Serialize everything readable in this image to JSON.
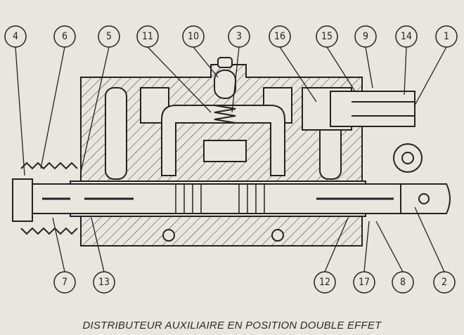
{
  "caption": "DISTRIBUTEUR AUXILIAIRE EN POSITION DOUBLE EFFET",
  "callouts_top": [
    "4",
    "6",
    "5",
    "11",
    "10",
    "3",
    "16",
    "15",
    "9",
    "14",
    "1"
  ],
  "callouts_bottom": [
    "7",
    "13",
    "12",
    "17",
    "8",
    "2"
  ],
  "colors": {
    "paper": "#e9e6e0",
    "ink": "#222222"
  }
}
